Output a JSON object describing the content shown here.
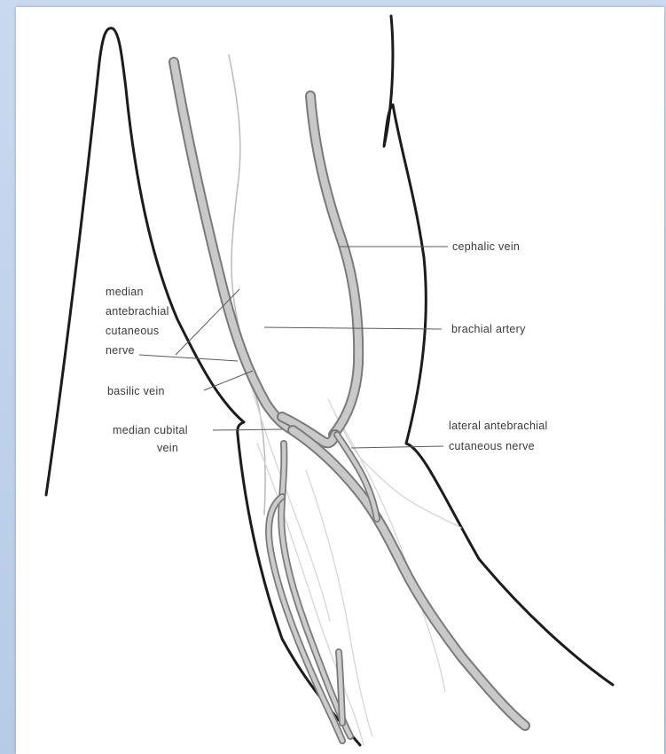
{
  "diagram": {
    "labels": {
      "median_antebrachial_nerve": [
        "median",
        "antebrachial",
        "cutaneous",
        "nerve"
      ],
      "cephalic_vein": "cephalic vein",
      "brachial_artery": "brachial artery",
      "basilic_vein": "basilic vein",
      "median_cubital_vein": [
        "median cubital",
        "vein"
      ],
      "lateral_antebrachial_nerve": [
        "lateral antebrachial",
        "cutaneous nerve"
      ]
    }
  }
}
